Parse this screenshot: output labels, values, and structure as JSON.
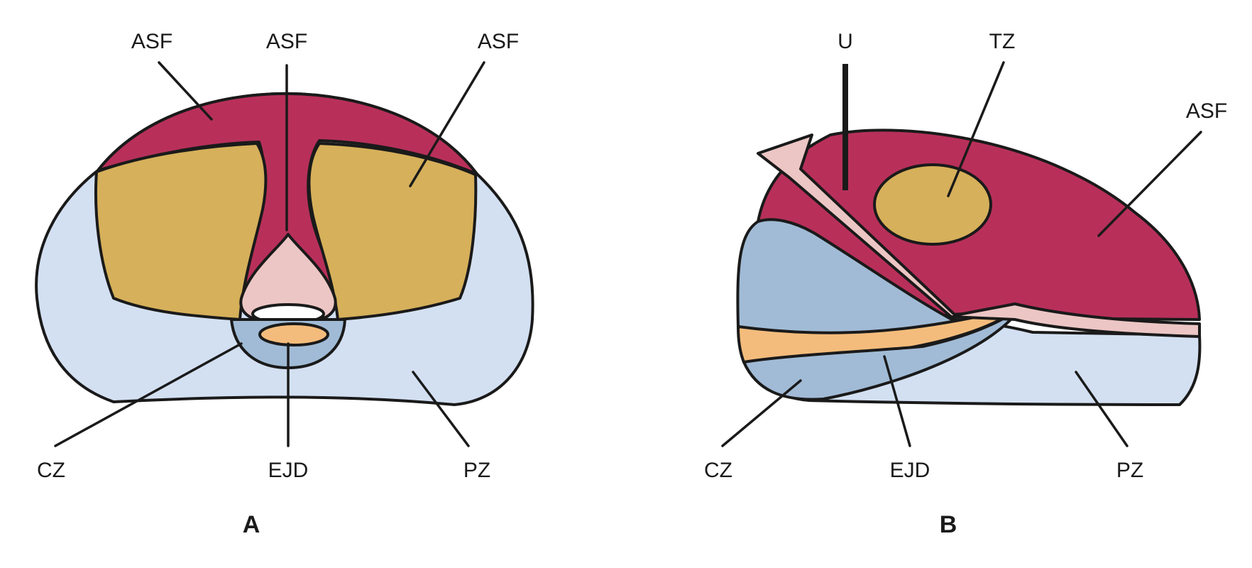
{
  "colors": {
    "pz": "#d3e0f2",
    "asf": "#b8305a",
    "tz": "#d6b05a",
    "cz": "#a1bbd6",
    "ejd": "#f4bc7c",
    "urethra": "#ecc6c4",
    "lumen": "#ffffff",
    "outline": "#1a1a1a"
  },
  "panel_a": {
    "caption": "A",
    "labels": {
      "asf_left": "ASF",
      "asf_mid": "ASF",
      "asf_right": "ASF",
      "cz": "CZ",
      "ejd": "EJD",
      "pz": "PZ"
    }
  },
  "panel_b": {
    "caption": "B",
    "labels": {
      "u": "U",
      "tz": "TZ",
      "asf": "ASF",
      "cz": "CZ",
      "ejd": "EJD",
      "pz": "PZ"
    }
  }
}
